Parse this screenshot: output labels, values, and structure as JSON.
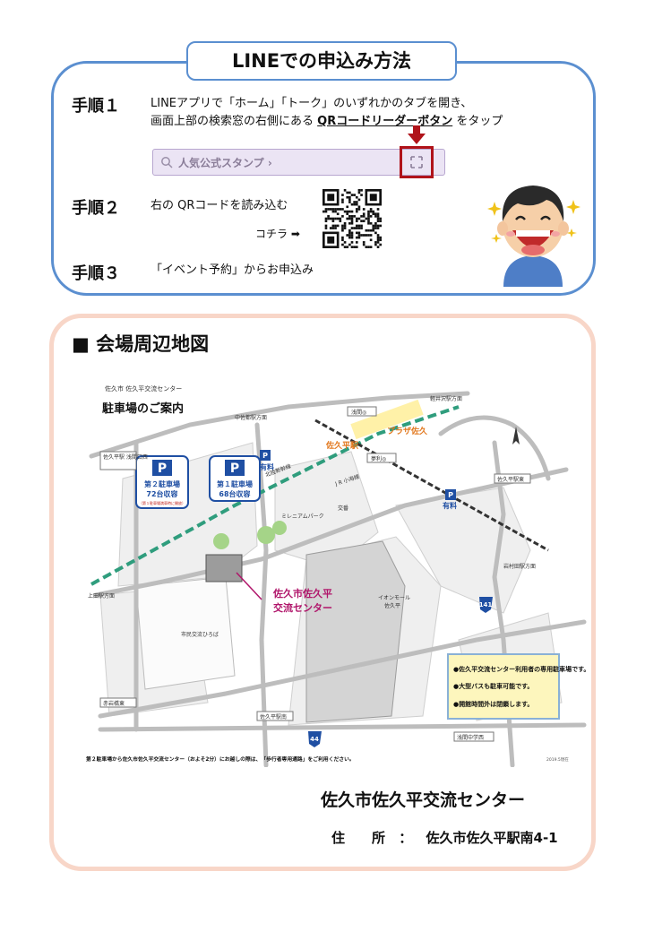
{
  "line_section": {
    "title": "LINEでの申込み方法",
    "step1": {
      "label": "手順１",
      "line1": "LINEアプリで「ホーム」「トーク」のいずれかのタブを開き、",
      "line2_prefix": "画面上部の検索窓の右側にある ",
      "line2_emph": "QRコードリーダーボタン",
      "line2_suffix": " をタップ"
    },
    "searchbar": {
      "placeholder": "人気公式スタンプ ›"
    },
    "step2": {
      "label": "手順２",
      "text": "右の QRコードを読み込む",
      "kochira": "コチラ ➡"
    },
    "step3": {
      "label": "手順３",
      "text": "「イベント予約」からお申込み"
    }
  },
  "map_section": {
    "heading": "■ 会場周辺地図",
    "map": {
      "org_line": "佐久市 佐久平交流センター",
      "title": "駐車場のご案内",
      "parking2": {
        "name": "第２駐車場",
        "capacity": "72台収容",
        "note": "（第１駐車場満車時に開放）"
      },
      "parking1": {
        "name": "第１駐車場",
        "capacity": "68台収容"
      },
      "paid": "有料",
      "venue_label_1": "佐久市佐久平",
      "venue_label_2": "交流センター",
      "station": "佐久平駅",
      "plaza": "プラザ佐久",
      "shinkansen": "北陸新幹線",
      "jr_line": "J R 小海線",
      "millennium": "ミレニアムパーク",
      "koban": "交番",
      "aeon_1": "イオンモール",
      "aeon_2": "佐久平",
      "hiroba": "市民交流ひろば",
      "route141": "141",
      "route44": "44",
      "dir_karuizawa": "軽井沢駅方面",
      "dir_nakasato": "中佐都駅方面",
      "dir_iwamurada": "岩村田駅方面",
      "dir_ueda": "上田駅方面",
      "signal_asama": "浅間◎",
      "signal_yumeri": "夢利◎",
      "sakudaira_east": "佐久平駅東",
      "sakudaira_south": "佐久平駅南",
      "asama_west": "佐久平駅\n浅間口西",
      "akaiwa": "赤岩橋東",
      "asama_jhs": "浅間中学西",
      "info": [
        "●佐久平交流センター利用者の専用駐車場です。",
        "●大型バスも駐車可能です。",
        "●開館時間外は閉鎖します。"
      ],
      "footnote": "第２駐車場から佐久市佐久平交流センター（およそ2分）にお越しの際は、「歩行者専用通路」をご利用ください。",
      "date": "2019.5現在",
      "north": "N"
    },
    "venue_name": "佐久市佐久平交流センター",
    "address_label": "住　　所",
    "address_sep": "：",
    "address_value": "佐久市佐久平駅南4-1"
  },
  "colors": {
    "line_border": "#5b8fd0",
    "map_border": "#f8d6c8",
    "parking_blue": "#1f4fa3",
    "venue_magenta": "#b0156a",
    "station_orange": "#e2781e",
    "highlight_red": "#b0131a"
  }
}
